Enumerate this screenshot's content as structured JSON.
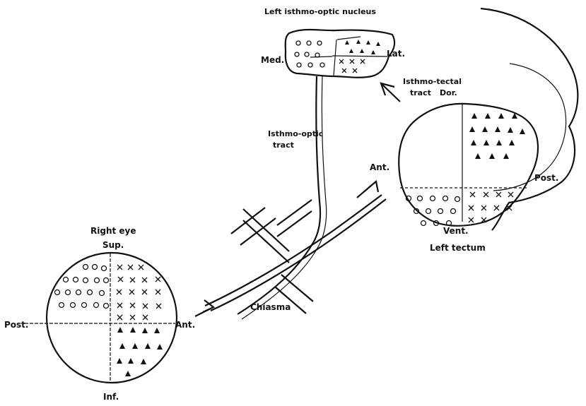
{
  "diagram": {
    "labels": {
      "nucleus_title": "Left isthmo-optic nucleus",
      "nucleus_medial": "Med.",
      "nucleus_lateral": "Lat.",
      "isthmo_tectal_line1": "Isthmo-tectal",
      "isthmo_tectal_line2": "tract",
      "tectum_dorsal": "Dor.",
      "isthmo_optic_line1": "Isthmo-optic",
      "isthmo_optic_line2": "tract",
      "tectum_anterior": "Ant.",
      "tectum_posterior": "Post.",
      "tectum_ventral": "Vent.",
      "tectum_title": "Left tectum",
      "eye_title": "Right eye",
      "eye_superior": "Sup.",
      "eye_posterior": "Post.",
      "eye_anterior": "Ant.",
      "eye_inferior": "Inf.",
      "chiasma": "Chiasma"
    },
    "symbols": {
      "circle": "circle-symbol",
      "cross": "cross-symbol",
      "triangle": "triangle-symbol"
    }
  }
}
